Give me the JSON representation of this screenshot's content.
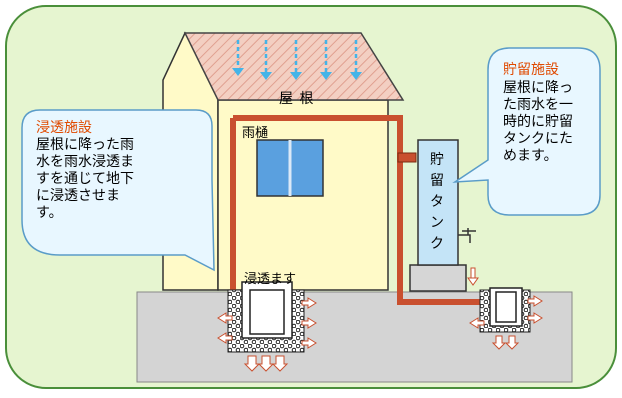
{
  "labels": {
    "roof": "屋 根",
    "gutter": "雨樋",
    "inlet": "浸透ます",
    "tank": "貯 留 タ ン ク"
  },
  "callout_left": {
    "title": "浸透施設",
    "body": "屋根に降った雨\n水を雨水浸透ま\nすを通じて地下\nに浸透させま\nす。"
  },
  "callout_right": {
    "title": "貯留施設",
    "body": "屋根に降っ\nた雨水を一\n時的に貯留\nタンクにた\nめます。"
  },
  "colors": {
    "panel_bg": "#e6f5d0",
    "panel_border": "#4a8f3a",
    "house_wall": "#fffac8",
    "roof": "#f3cfc2",
    "pipe": "#c9502f",
    "callout_fill": "#e8f7ff",
    "callout_border": "#5a9cc8",
    "ground": "#d4d4d4",
    "tank": "#c4e4f7",
    "window": "#5aa0df",
    "rain_arrow": "#44b4e8",
    "title_accent": "#e04a00"
  }
}
